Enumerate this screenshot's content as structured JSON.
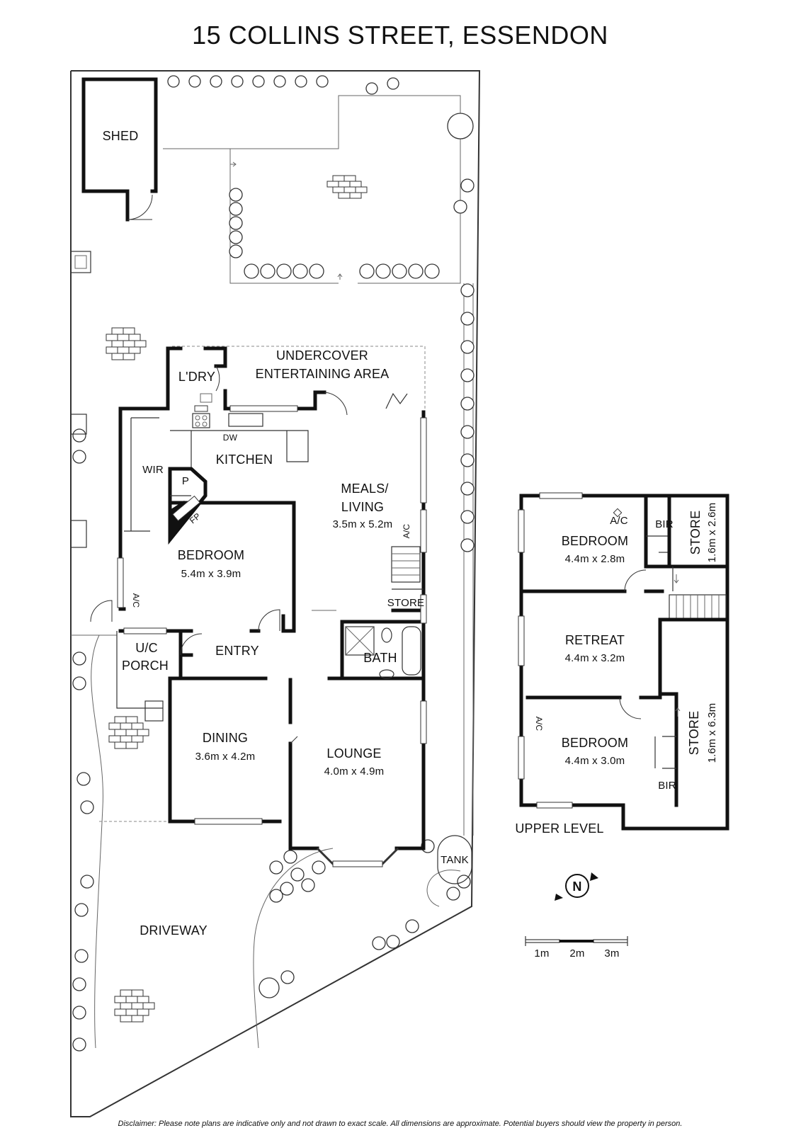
{
  "title": "15 COLLINS STREET, ESSENDON",
  "rooms": {
    "shed": "SHED",
    "undercover_line1": "UNDERCOVER",
    "undercover_line2": "ENTERTAINING AREA",
    "laundry": "L'DRY",
    "kitchen": "KITCHEN",
    "dw": "DW",
    "wir": "WIR",
    "pantry": "P",
    "fireplace": "FP",
    "meals_line1": "MEALS/",
    "meals_line2": "LIVING",
    "meals_dim": "3.5m x 5.2m",
    "bedroom_main": "BEDROOM",
    "bedroom_main_dim": "5.4m x 3.9m",
    "ac": "A/C",
    "store": "STORE",
    "porch_line1": "U/C",
    "porch_line2": "PORCH",
    "entry": "ENTRY",
    "bath": "BATH",
    "dining": "DINING",
    "dining_dim": "3.6m x 4.2m",
    "lounge": "LOUNGE",
    "lounge_dim": "4.0m x 4.9m",
    "tank": "TANK",
    "driveway": "DRIVEWAY"
  },
  "upper": {
    "label": "UPPER LEVEL",
    "bedroom1": "BEDROOM",
    "bedroom1_dim": "4.4m x 2.8m",
    "bir": "BIR",
    "store1": "STORE",
    "store1_dim": "1.6m x 2.6m",
    "retreat": "RETREAT",
    "retreat_dim": "4.4m x 3.2m",
    "bedroom2": "BEDROOM",
    "bedroom2_dim": "4.4m x 3.0m",
    "store2": "STORE",
    "store2_dim": "1.6m x 6.3m",
    "ac": "A/C"
  },
  "compass": {
    "letter": "N"
  },
  "scale": {
    "labels": [
      "1m",
      "2m",
      "3m"
    ]
  },
  "disclaimer": "Disclaimer: Please note plans are indicative only and not drawn to exact scale. All dimensions are approximate. Potential buyers should view the property in person."
}
